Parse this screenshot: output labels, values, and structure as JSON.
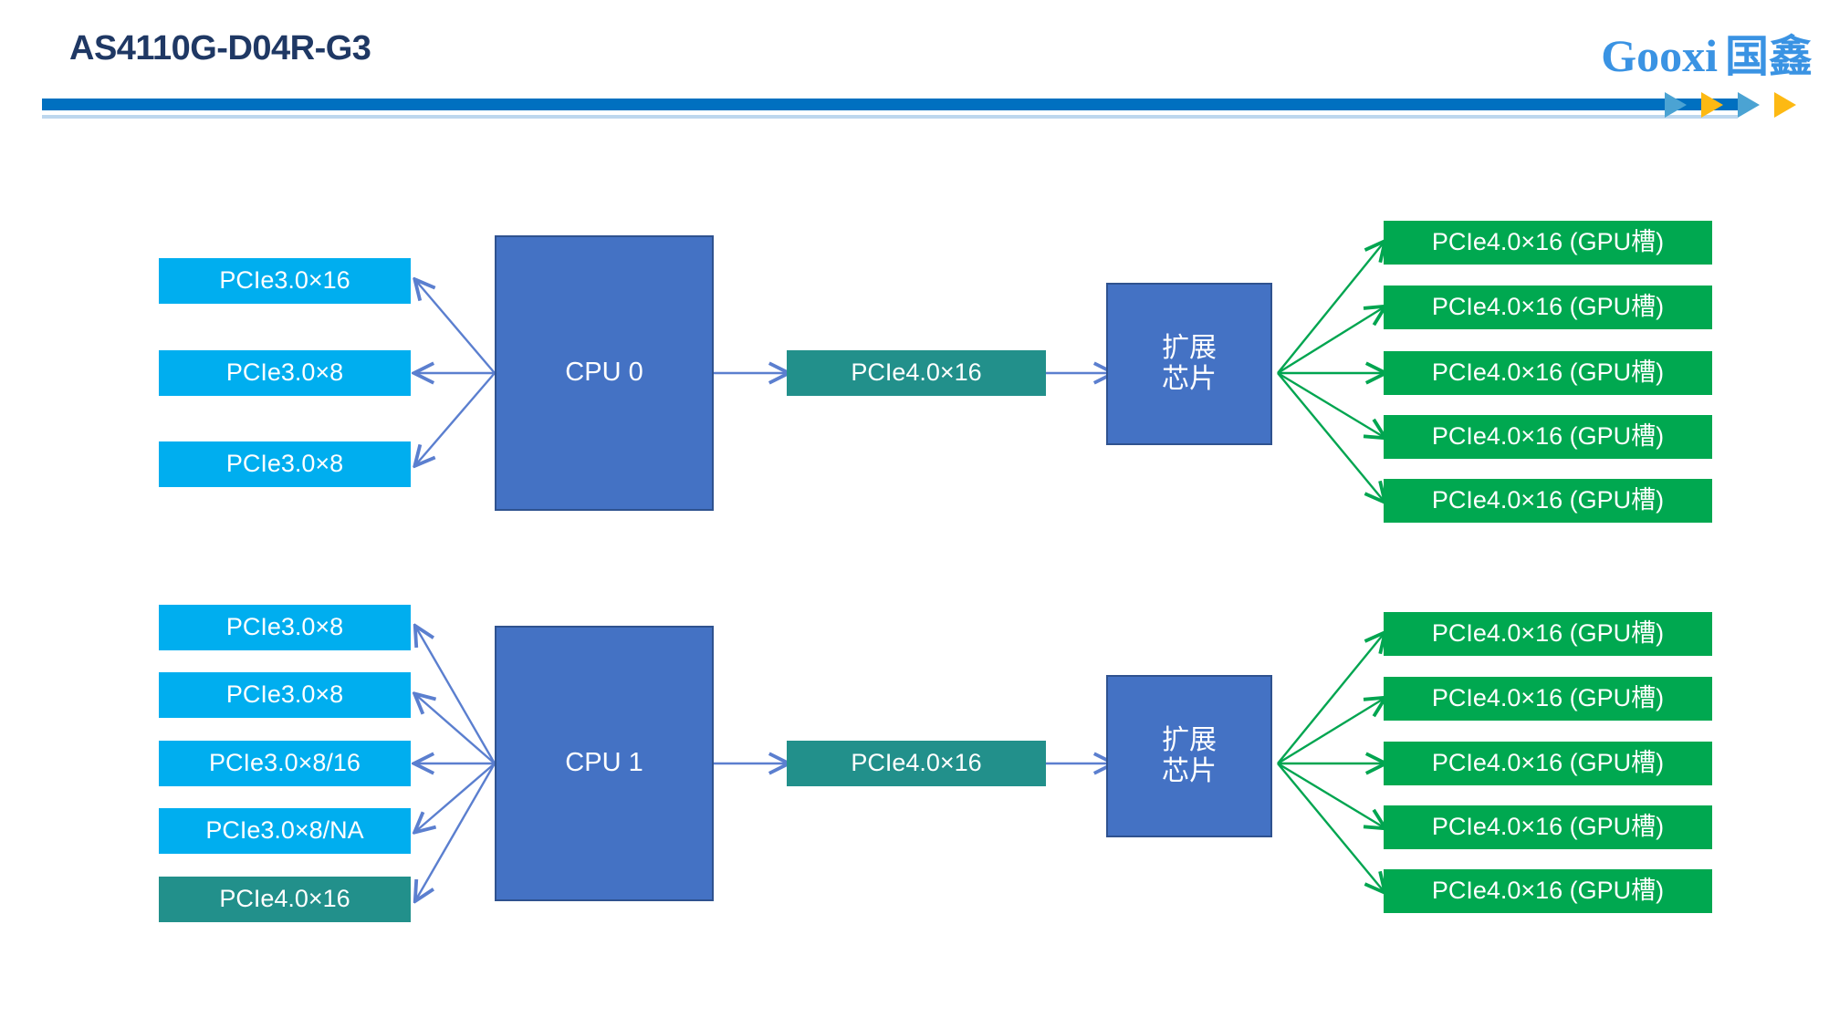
{
  "header": {
    "title": "AS4110G-D04R-G3",
    "brand_latin": "Gooxi",
    "brand_cjk": "国鑫",
    "accent_color": "#0070C0",
    "title_color": "#1F3864",
    "brand_color": "#3A93E3",
    "arrow_colors": [
      "#4BA3D3",
      "#FDB913",
      "#4BA3D3",
      "#FDB913"
    ]
  },
  "palette": {
    "cyan": "#00AEEF",
    "teal": "#22908B",
    "green": "#00A850",
    "cpu_blue": "#4472C4",
    "blue_arrow": "#5B7FCF",
    "green_arrow": "#00A550"
  },
  "diagram": {
    "type": "block-diagram",
    "groups": [
      {
        "id": "cpu0-group",
        "cpu": {
          "label": "CPU 0"
        },
        "left_slots": [
          {
            "label": "PCIe3.0×16",
            "style": "cyan"
          },
          {
            "label": "PCIe3.0×8",
            "style": "cyan"
          },
          {
            "label": "PCIe3.0×8",
            "style": "cyan"
          }
        ],
        "uplink": {
          "label": "PCIe4.0×16",
          "style": "teal"
        },
        "switch": {
          "label_line1": "扩展",
          "label_line2": "芯片"
        },
        "gpu_slots": [
          {
            "label": "PCIe4.0×16 (GPU槽)",
            "style": "green"
          },
          {
            "label": "PCIe4.0×16 (GPU槽)",
            "style": "green"
          },
          {
            "label": "PCIe4.0×16 (GPU槽)",
            "style": "green"
          },
          {
            "label": "PCIe4.0×16 (GPU槽)",
            "style": "green"
          },
          {
            "label": "PCIe4.0×16 (GPU槽)",
            "style": "green"
          }
        ]
      },
      {
        "id": "cpu1-group",
        "cpu": {
          "label": "CPU 1"
        },
        "left_slots": [
          {
            "label": "PCIe3.0×8",
            "style": "cyan"
          },
          {
            "label": "PCIe3.0×8",
            "style": "cyan"
          },
          {
            "label": "PCIe3.0×8/16",
            "style": "cyan"
          },
          {
            "label": "PCIe3.0×8/NA",
            "style": "cyan"
          },
          {
            "label": "PCIe4.0×16",
            "style": "teal"
          }
        ],
        "uplink": {
          "label": "PCIe4.0×16",
          "style": "teal"
        },
        "switch": {
          "label_line1": "扩展",
          "label_line2": "芯片"
        },
        "gpu_slots": [
          {
            "label": "PCIe4.0×16 (GPU槽)",
            "style": "green"
          },
          {
            "label": "PCIe4.0×16 (GPU槽)",
            "style": "green"
          },
          {
            "label": "PCIe4.0×16 (GPU槽)",
            "style": "green"
          },
          {
            "label": "PCIe4.0×16 (GPU槽)",
            "style": "green"
          },
          {
            "label": "PCIe4.0×16 (GPU槽)",
            "style": "green"
          }
        ]
      }
    ]
  }
}
